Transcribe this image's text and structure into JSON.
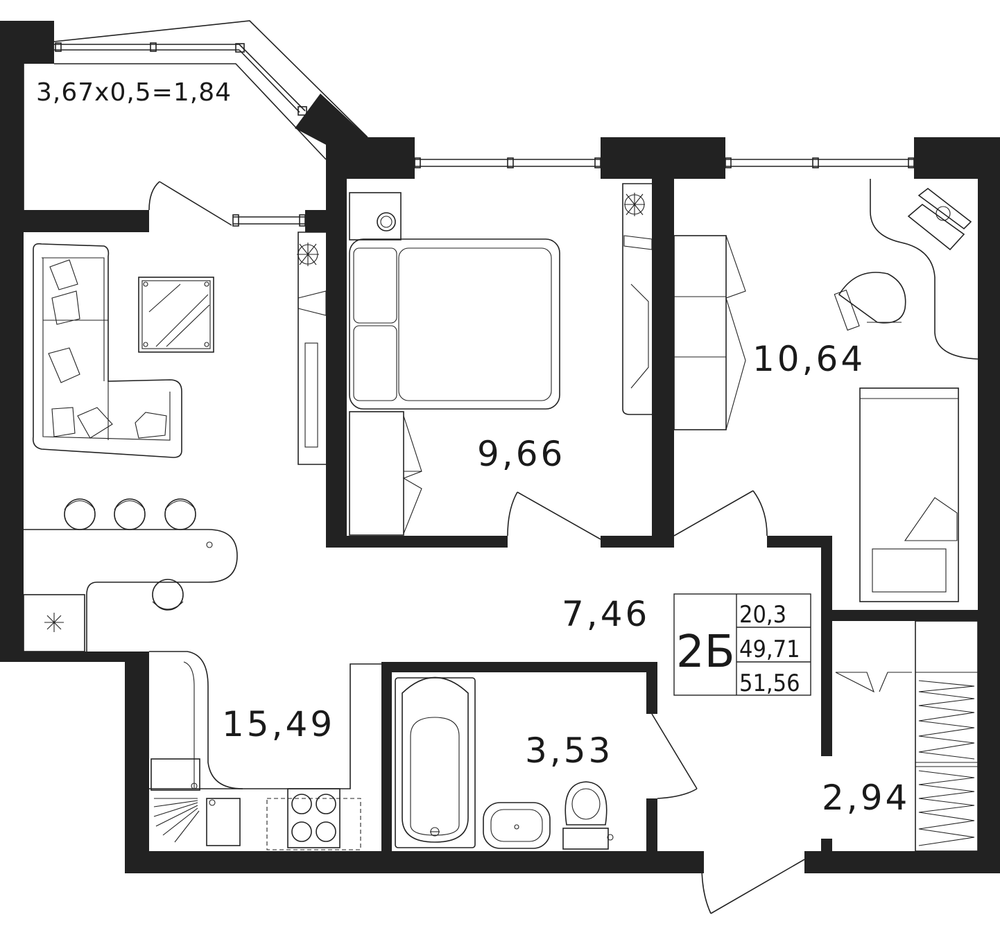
{
  "plan": {
    "balcony_label": "3,67x0,5=1,84",
    "rooms": {
      "living_kitchen": "15,49",
      "bedroom_1": "9,66",
      "bedroom_2": "10,64",
      "hall": "7,46",
      "bathroom": "3,53",
      "wardrobe": "2,94"
    },
    "info": {
      "type": "2Б",
      "living_area": "20,3",
      "total_area": "49,71",
      "total_area_with_balcony": "51,56"
    },
    "colors": {
      "wall": "#222222",
      "line": "#222222",
      "background": "#ffffff"
    }
  }
}
